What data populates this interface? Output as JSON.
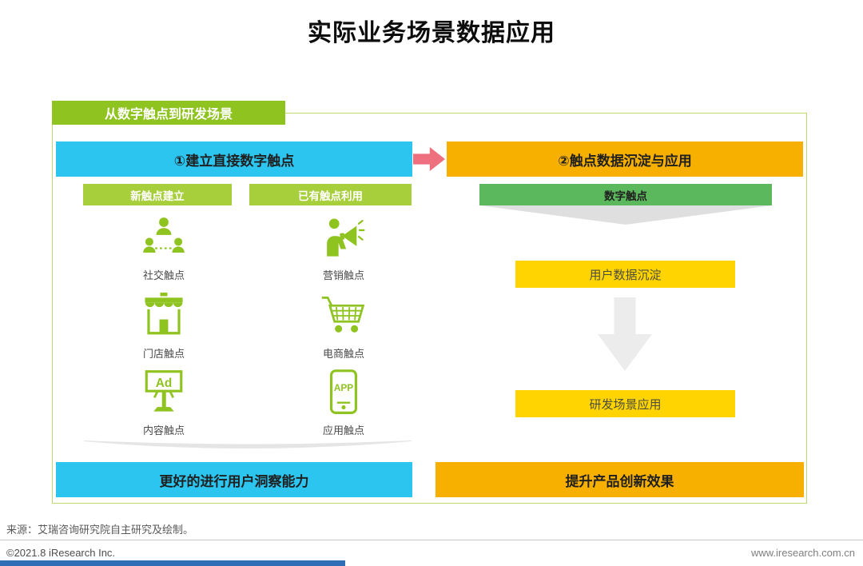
{
  "page": {
    "title": "实际业务场景数据应用",
    "source": "来源：艾瑞咨询研究院自主研究及绘制。",
    "copyright": "©2021.8 iResearch Inc.",
    "website": "www.iresearch.com.cn"
  },
  "diagram": {
    "tab_label": "从数字触点到研发场景",
    "left": {
      "header": "①建立直接数字触点",
      "sub_headers": [
        "新触点建立",
        "已有触点利用"
      ],
      "columns": [
        {
          "name": "new-touchpoint-column",
          "items": [
            {
              "icon": "social-network-icon",
              "label": "社交触点"
            },
            {
              "icon": "storefront-icon",
              "label": "门店触点"
            },
            {
              "icon": "billboard-ad-icon",
              "label": "内容触点",
              "icon_text": "Ad"
            }
          ]
        },
        {
          "name": "existing-touchpoint-column",
          "items": [
            {
              "icon": "megaphone-person-icon",
              "label": "营销触点"
            },
            {
              "icon": "shopping-cart-icon",
              "label": "电商触点"
            },
            {
              "icon": "app-phone-icon",
              "label": "应用触点",
              "icon_text": "APP"
            }
          ]
        }
      ],
      "bottom": "更好的进行用户洞察能力"
    },
    "right": {
      "header": "②触点数据沉淀与应用",
      "band": "数字触点",
      "steps": [
        "用户数据沉淀",
        "研发场景应用"
      ],
      "bottom": "提升产品创新效果"
    },
    "colors": {
      "cyan": "#2BC5F0",
      "orange": "#F8B000",
      "yellow": "#FFD400",
      "lime": "#A7CE3B",
      "tab_green": "#8FC31F",
      "band_green": "#5CB85C",
      "arrow_pink": "#EE6F7D",
      "shape_gray": "#E7E7E7",
      "footer_blue": "#2F6EB6"
    }
  }
}
